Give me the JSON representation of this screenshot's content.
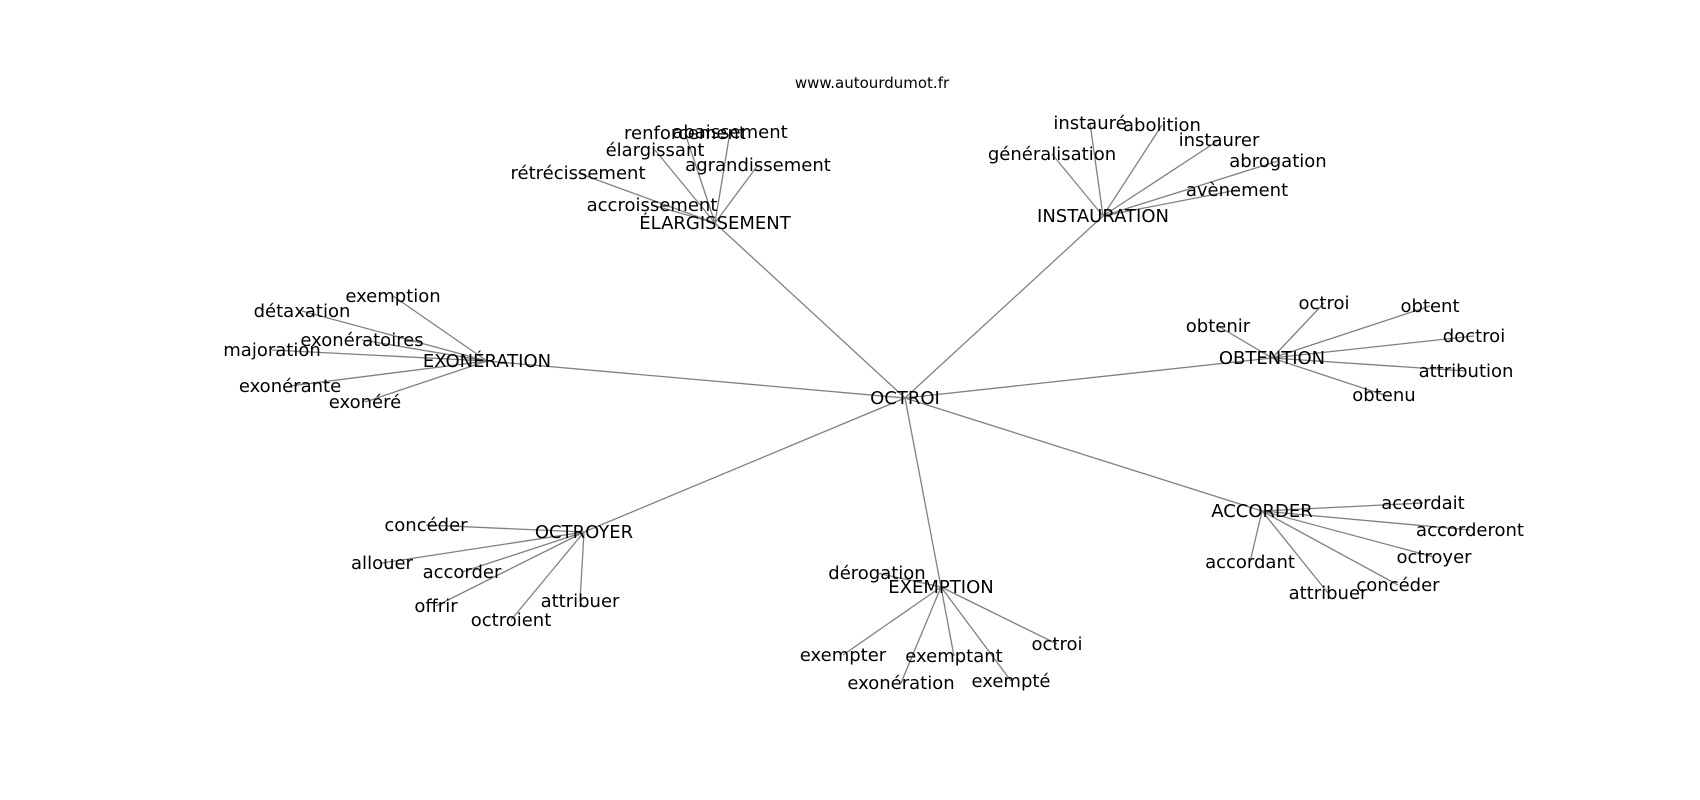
{
  "site": "www.autourdumot.fr",
  "graph": {
    "center": "OCTROI",
    "groups": [
      {
        "hub": "ÉLARGISSEMENT",
        "leaves": [
          "renforcement",
          "abaissement",
          "élargissant",
          "agrandissement",
          "rétrécissement",
          "accroissement"
        ]
      },
      {
        "hub": "INSTAURATION",
        "leaves": [
          "instauré",
          "abolition",
          "généralisation",
          "instaurer",
          "abrogation",
          "avènement"
        ]
      },
      {
        "hub": "EXONÉRATION",
        "leaves": [
          "exemption",
          "détaxation",
          "exonératoires",
          "majoration",
          "exonérante",
          "exonéré"
        ]
      },
      {
        "hub": "OBTENTION",
        "leaves": [
          "octroi",
          "obtent",
          "obtenir",
          "doctroi",
          "attribution",
          "obtenu"
        ]
      },
      {
        "hub": "OCTROYER",
        "leaves": [
          "concéder",
          "allouer",
          "accorder",
          "attribuer",
          "offrir",
          "octroient"
        ]
      },
      {
        "hub": "EXEMPTION",
        "leaves": [
          "dérogation",
          "octroi",
          "exempter",
          "exemptant",
          "exempté",
          "exonération"
        ]
      },
      {
        "hub": "ACCORDER",
        "leaves": [
          "accordait",
          "accorderont",
          "octroyer",
          "accordant",
          "concéder",
          "attribuer"
        ]
      }
    ]
  }
}
